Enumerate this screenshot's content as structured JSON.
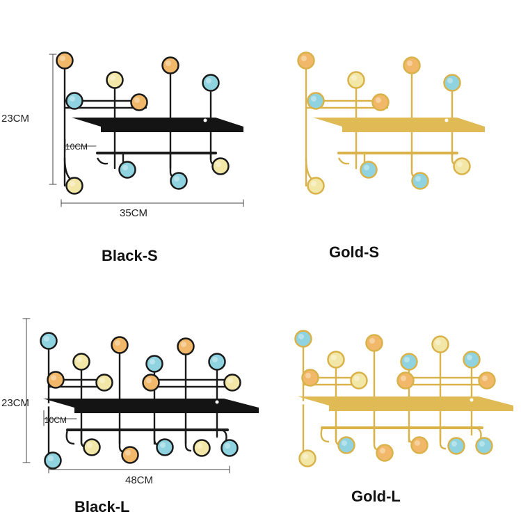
{
  "products": [
    {
      "variant": "Black-S",
      "height_label": "23CM",
      "width_label": "35CM",
      "hook_spacing_label": "10CM",
      "frame_color": "#1a1a1a"
    },
    {
      "variant": "Gold-S",
      "frame_color": "#d9b24a"
    },
    {
      "variant": "Black-L",
      "height_label": "23CM",
      "width_label": "48CM",
      "hook_spacing_label": "10CM",
      "frame_color": "#1a1a1a"
    },
    {
      "variant": "Gold-L",
      "frame_color": "#d9b24a"
    }
  ],
  "colors": {
    "knob_orange": "#f2b86a",
    "knob_cream": "#f3e7a8",
    "knob_blue": "#8fd3e0",
    "dimension_line": "#444444"
  }
}
